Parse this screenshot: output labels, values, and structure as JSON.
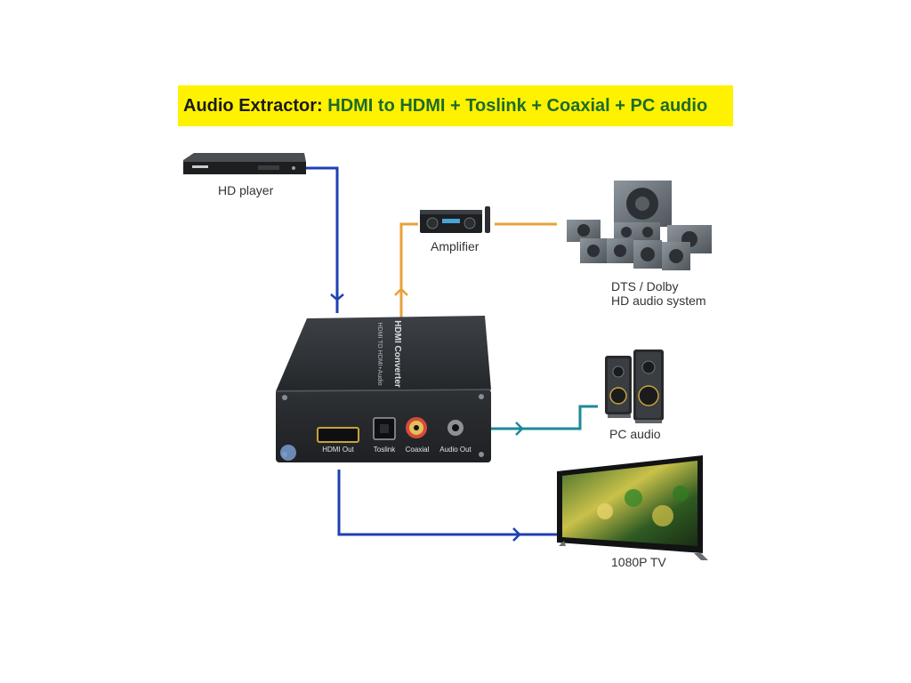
{
  "title": {
    "lead": "Audio Extractor:",
    "rest": "HDMI to HDMI + Toslink + Coaxial + PC audio"
  },
  "devices": {
    "hd_player": "HD player",
    "amplifier": "Amplifier",
    "surround_line1": "DTS / Dolby",
    "surround_line2": "HD audio system",
    "pc_audio": "PC audio",
    "tv": "1080P TV"
  },
  "converter": {
    "top_label": "HDMI Converter",
    "top_sublabel": "HDMI TO HDMI+Audio",
    "ports": {
      "hdmi_out": "HDMI Out",
      "toslink": "Toslink",
      "coaxial": "Coaxial",
      "audio_out": "Audio Out"
    }
  },
  "colors": {
    "banner": "#fff200",
    "video_line": "#1f3fb4",
    "amplifier_line": "#e8a23a",
    "pc_audio_line": "#1b8a9a",
    "device_body": "#2a2d31"
  }
}
